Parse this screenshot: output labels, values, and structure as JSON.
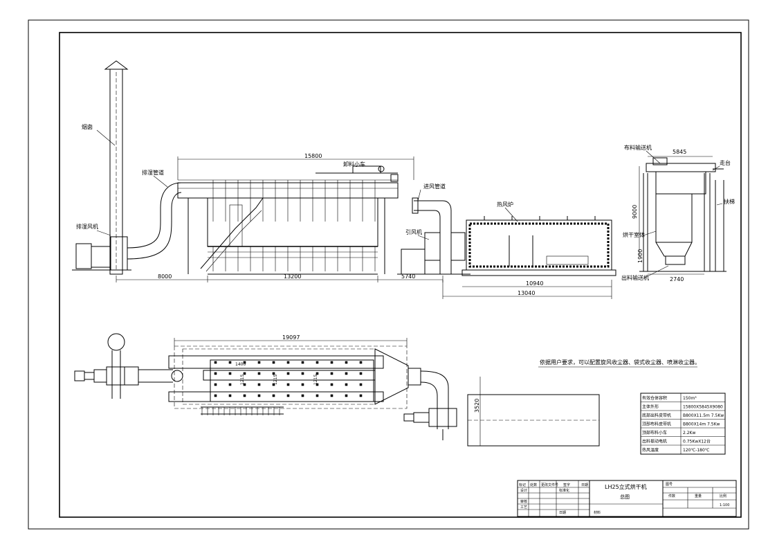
{
  "labels": {
    "chimney": "烟囱",
    "exhaust_duct": "排湿管道",
    "exhaust_fan": "排湿风机",
    "unloading_cart": "卸料小车",
    "inlet_duct": "进风管道",
    "induced_fan": "引风机",
    "hot_air_furnace": "热风炉",
    "spreading_conveyor": "布料输送机",
    "walkway": "走台",
    "ladder": "扶梯",
    "dryer_chamber": "烘干室体",
    "discharge_conveyor": "出料输送机"
  },
  "dimensions": {
    "top_length": "15800",
    "left_span": "8000",
    "mid_span": "13200",
    "right_span": "5740",
    "furnace_len": "10940",
    "furnace_total": "13040",
    "side_width": "5845",
    "side_height": "9000",
    "side_base_height": "1900",
    "side_base_width": "2740",
    "plan_length": "19097",
    "plan_width": "3520",
    "plan_inner_a": "1400",
    "plan_inner_b": "1215",
    "plan_inner_c": "1215",
    "plan_inner_d": "1215"
  },
  "note": "依据用户要求，可以配置旋风收尘器、袋式收尘器、喷淋收尘器。",
  "spec_table": [
    {
      "key": "有效仓体容积",
      "value": "150m³"
    },
    {
      "key": "主体外形",
      "value": "15800X5845X9080"
    },
    {
      "key": "底部出料皮带机",
      "value": "B800X11.5m  7.5Kw"
    },
    {
      "key": "顶部布料皮带机",
      "value": "B800X14m  7.5Kw"
    },
    {
      "key": "顶部布料小车",
      "value": "2.2Kw"
    },
    {
      "key": "出料振动电机",
      "value": "0.75KwX12台"
    },
    {
      "key": "热风温度",
      "value": "120℃-180℃"
    }
  ],
  "title_block": {
    "title": "LH25立式烘干机",
    "subtitle": "总图",
    "scale_label": "比例",
    "scale_value": "1:100",
    "qty_label": "件数",
    "weight_label": "重量",
    "drawing_no": "图号",
    "material": "材料",
    "date": "日期",
    "rows": [
      "标记",
      "处数",
      "更改文件号",
      "签字",
      "日期",
      "设计",
      "标准化",
      "审核",
      "工艺"
    ]
  }
}
